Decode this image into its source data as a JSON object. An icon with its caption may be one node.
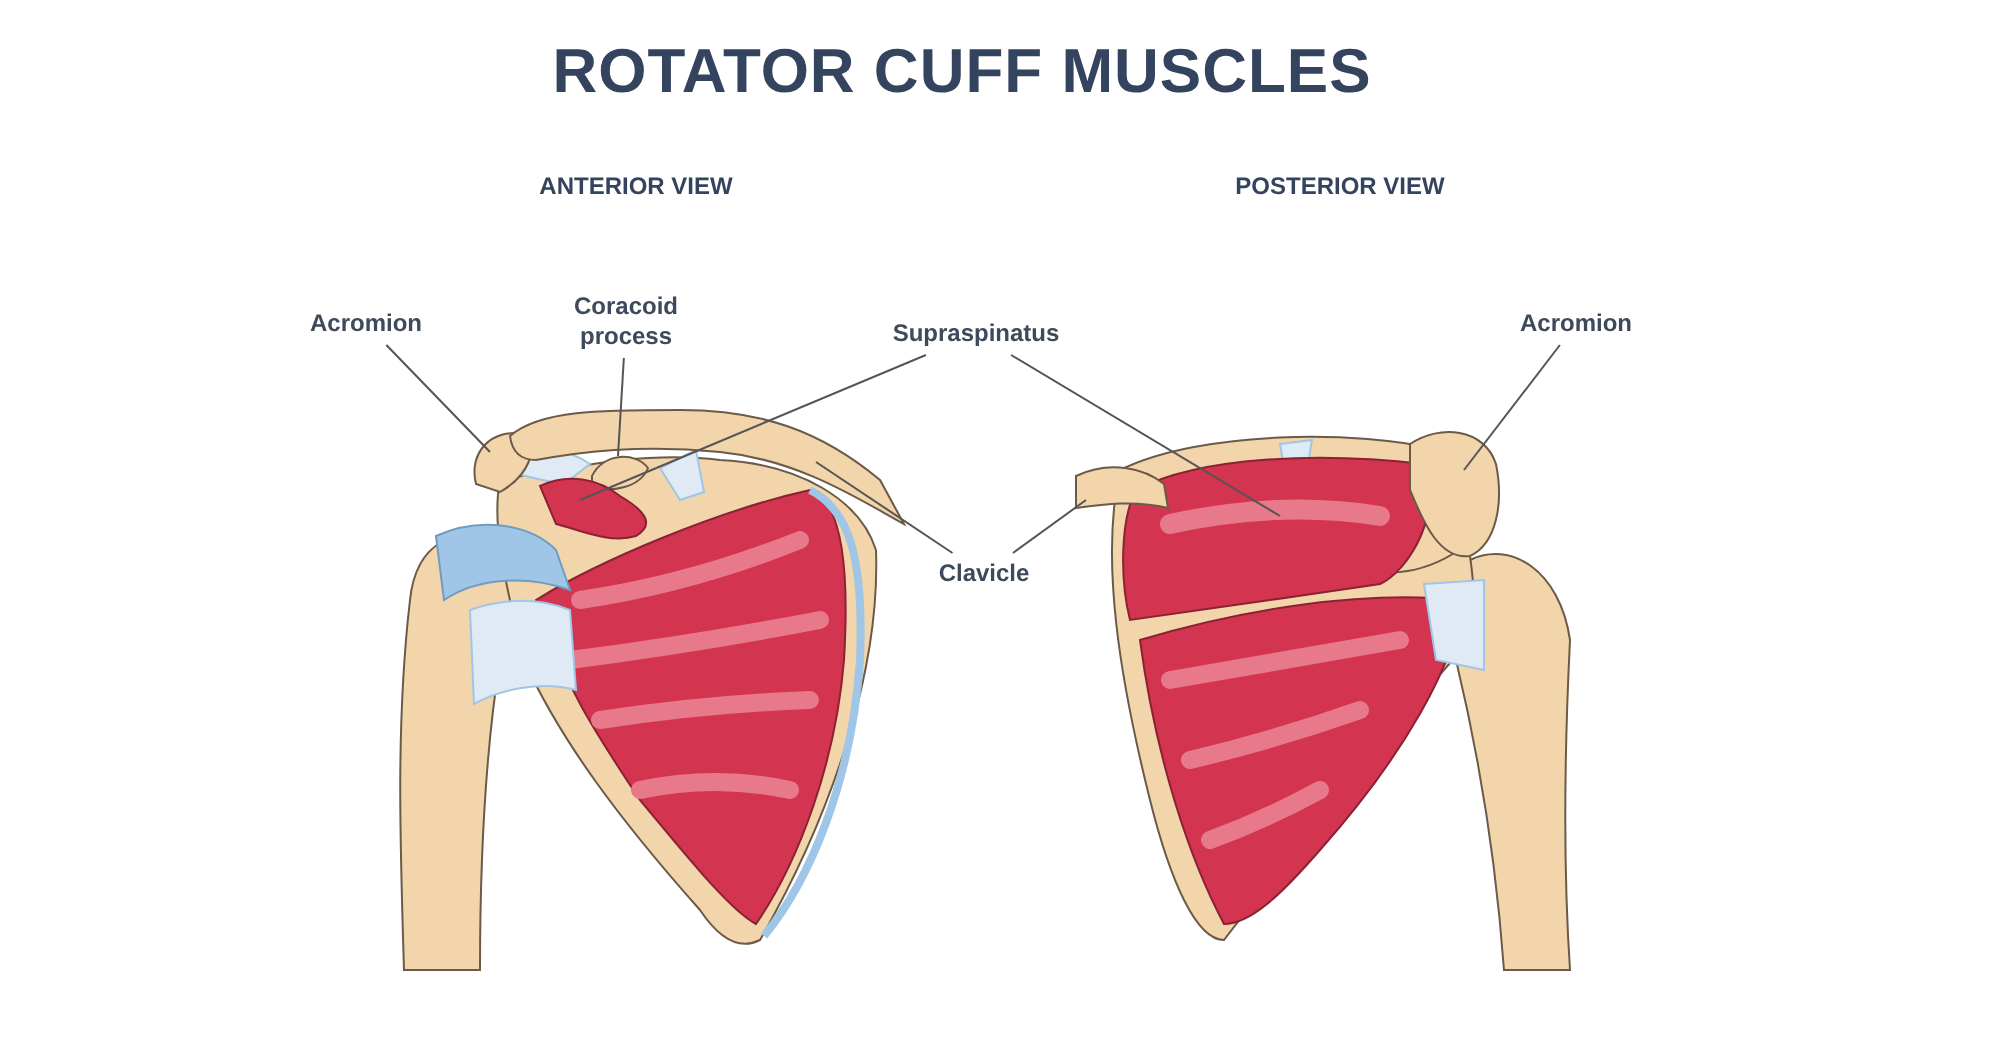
{
  "diagram": {
    "title": "ROTATOR CUFF MUSCLES",
    "nodes": [
      {
        "text": [
          "Acromion"
        ]
      },
      {
        "text": [
          "Coracoid process"
        ]
      },
      {
        "text": [
          "Supraspinatus"
        ]
      },
      {
        "text": [
          "Clavicle"
        ]
      },
      {
        "text": [
          "Acromion"
        ]
      },
      {
        "text": [],
        "shape": "bone"
      },
      {
        "text": [],
        "shape": "bone"
      },
      {
        "text": [],
        "shape": "muscle"
      },
      {
        "text": [],
        "shape": "bone"
      },
      {
        "text": [],
        "shape": "muscle"
      },
      {
        "text": [],
        "shape": "bone"
      },
      {
        "text": [],
        "shape": "bone"
      }
    ],
    "edges": [
      {
        "from": 0,
        "to": 5,
        "arrow": "none"
      },
      {
        "from": 1,
        "to": 6,
        "arrow": "none"
      },
      {
        "from": 2,
        "to": 7,
        "arrow": "none"
      },
      {
        "from": 3,
        "to": 8,
        "arrow": "none"
      },
      {
        "from": 2,
        "to": 9,
        "arrow": "none"
      },
      {
        "from": 3,
        "to": 10,
        "arrow": "none"
      },
      {
        "from": 4,
        "to": 11,
        "arrow": "none"
      }
    ],
    "labels": [
      "ANTERIOR VIEW",
      "POSTERIOR VIEW"
    ]
  }
}
